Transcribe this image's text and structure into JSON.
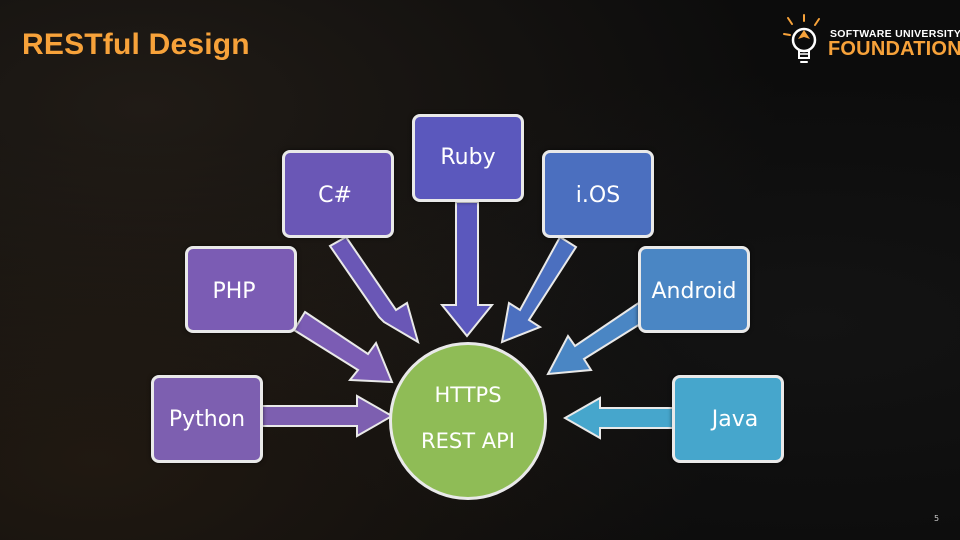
{
  "slide": {
    "title": "RESTful Design",
    "page_number": "5"
  },
  "logo": {
    "line1": "SOFTWARE UNIVERSITY",
    "line2": "FOUNDATION"
  },
  "diagram": {
    "center": {
      "line1": "HTTPS",
      "line2": "REST API",
      "color": "#8fbc56"
    },
    "nodes": [
      {
        "label": "Python",
        "color": "#7d5fb0"
      },
      {
        "label": "PHP",
        "color": "#7b5cb4"
      },
      {
        "label": "C#",
        "color": "#6a57b6"
      },
      {
        "label": "Ruby",
        "color": "#5b58bd"
      },
      {
        "label": "i.OS",
        "color": "#4b6fbf"
      },
      {
        "label": "Android",
        "color": "#4a86c4"
      },
      {
        "label": "Java",
        "color": "#46a6cc"
      }
    ]
  }
}
